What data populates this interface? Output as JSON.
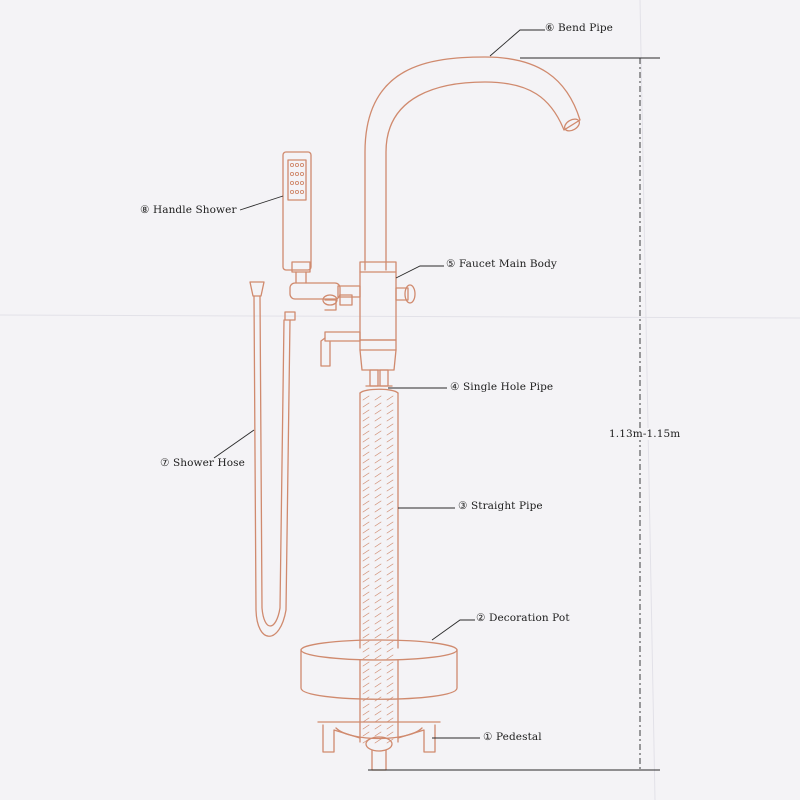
{
  "colors": {
    "drawing_line": "#d08a6e",
    "leader_line": "#2a2a2a",
    "paper": "#f4f3f6",
    "text": "#1d1d1d"
  },
  "labels": {
    "bend_pipe": "⑥ Bend Pipe",
    "handle_shower": "⑧ Handle Shower",
    "faucet_main_body": "⑤ Faucet Main Body",
    "single_hole_pipe": "④ Single Hole Pipe",
    "shower_hose": "⑦ Shower Hose",
    "straight_pipe": "③ Straight Pipe",
    "decoration_pot": "② Decoration Pot",
    "pedestal": "① Pedestal",
    "height_dimension": "1.13m-1.15m"
  }
}
